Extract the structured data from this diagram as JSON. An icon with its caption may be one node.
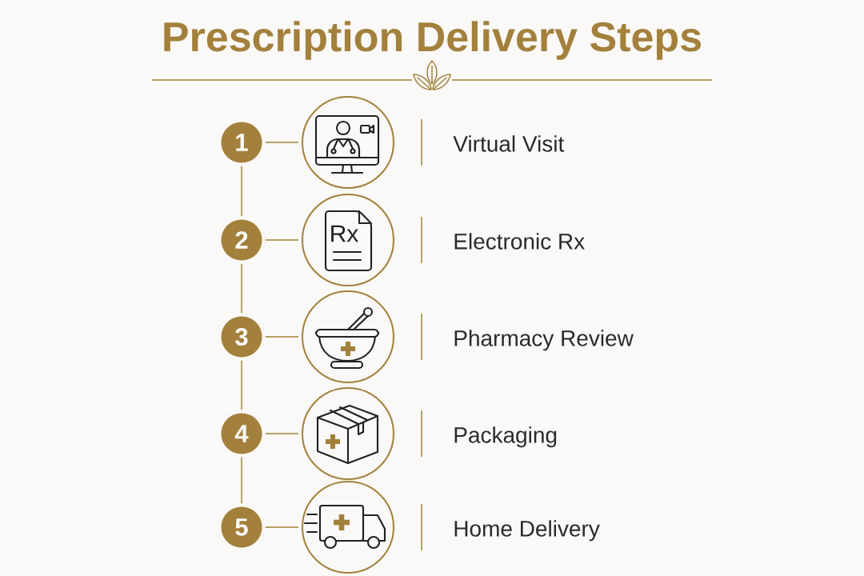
{
  "diagram": {
    "title": "Prescription Delivery Steps",
    "nodes": [
      {
        "text": [
          "1"
        ]
      },
      {
        "text": [],
        "shape": "circle",
        "beside": [
          "Virtual Visit"
        ]
      },
      {
        "text": [
          "2"
        ]
      },
      {
        "text": [],
        "shape": "circle",
        "beside": [
          "Electronic Rx"
        ]
      },
      {
        "text": [
          "3"
        ]
      },
      {
        "text": [],
        "shape": "circle",
        "beside": [
          "Pharmacy Review"
        ]
      },
      {
        "text": [
          "4"
        ]
      },
      {
        "text": [],
        "shape": "circle",
        "beside": [
          "Packaging"
        ]
      },
      {
        "text": [
          "5"
        ]
      },
      {
        "text": [],
        "shape": "circle",
        "beside": [
          "Home Delivery"
        ]
      }
    ],
    "edges": [
      {
        "from": 0,
        "to": 1,
        "arrow": "none"
      },
      {
        "from": 0,
        "to": 2,
        "arrow": "none"
      },
      {
        "from": 2,
        "to": 3,
        "arrow": "none"
      },
      {
        "from": 2,
        "to": 4,
        "arrow": "none"
      },
      {
        "from": 4,
        "to": 5,
        "arrow": "none"
      },
      {
        "from": 4,
        "to": 6,
        "arrow": "none"
      },
      {
        "from": 6,
        "to": 7,
        "arrow": "none"
      },
      {
        "from": 6,
        "to": 8,
        "arrow": "none"
      },
      {
        "from": 8,
        "to": 9,
        "arrow": "none"
      }
    ],
    "labels": [
      "Rx"
    ]
  }
}
